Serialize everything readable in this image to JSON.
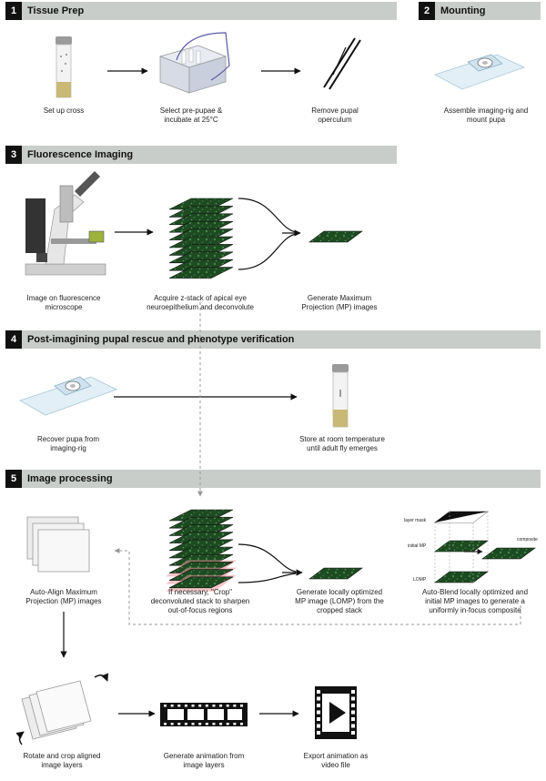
{
  "sections": {
    "s1": {
      "num": "1",
      "title": "Tissue Prep"
    },
    "s2": {
      "num": "2",
      "title": "Mounting"
    },
    "s3": {
      "num": "3",
      "title": "Fluorescence Imaging"
    },
    "s4": {
      "num": "4",
      "title": "Post-imagining pupal rescue and phenotype verification"
    },
    "s5": {
      "num": "5",
      "title": "Image processing"
    }
  },
  "captions": {
    "set_up_cross": "Set up cross",
    "select_prepupae": "Select pre-pupae &\nincubate at 25°C",
    "remove_operculum": "Remove pupal\noperculum",
    "assemble_rig": "Assemble imaging-rig and\nmount pupa",
    "image_microscope": "Image on fluorescence\nmicroscope",
    "acquire_zstack": "Acquire z-stack of apical eye\nneuroepithelium and deconvolute",
    "generate_mp": "Generate Maximum\nProjection (MP) images",
    "recover_pupa": "Recover pupa from\nimaging-rig",
    "store_room_temp": "Store at room temperature\nuntil adult fly emerges",
    "auto_align": "Auto-Align Maximum\nProjection (MP) images",
    "crop_stack": "If necessary, \"Crop\"\ndeconvoluted stack to sharpen\nout-of-focus regions",
    "generate_lomp": "Generate locally optimized\nMP image (LOMP) from the\ncropped stack",
    "auto_blend": "Auto-Blend locally optimized and\ninitial MP images to generate a\nuniformly in-focus composite",
    "rotate_crop": "Rotate and crop aligned\nimage layers",
    "generate_animation": "Generate animation from\nimage layers",
    "export_animation": "Export animation as\nvideo file"
  },
  "blend_labels": {
    "layer_mask": "layer mask",
    "initial_mp": "initial MP",
    "lomp": "LOMP",
    "composite": "composite"
  },
  "icons": {
    "vial": "fly-vial-icon",
    "incubator": "incubator-icon",
    "forceps": "forceps-icon",
    "slide": "imaging-slide-icon",
    "microscope": "microscope-icon",
    "zstack": "z-stack-icon",
    "projection": "projection-tile-icon",
    "film": "film-strip-icon",
    "video": "video-file-icon"
  },
  "colors": {
    "header_bg": "#c9cdc9",
    "badge_bg": "#111111",
    "tile_green": "#1e4a22",
    "crop_highlight": "#e79a9a"
  }
}
